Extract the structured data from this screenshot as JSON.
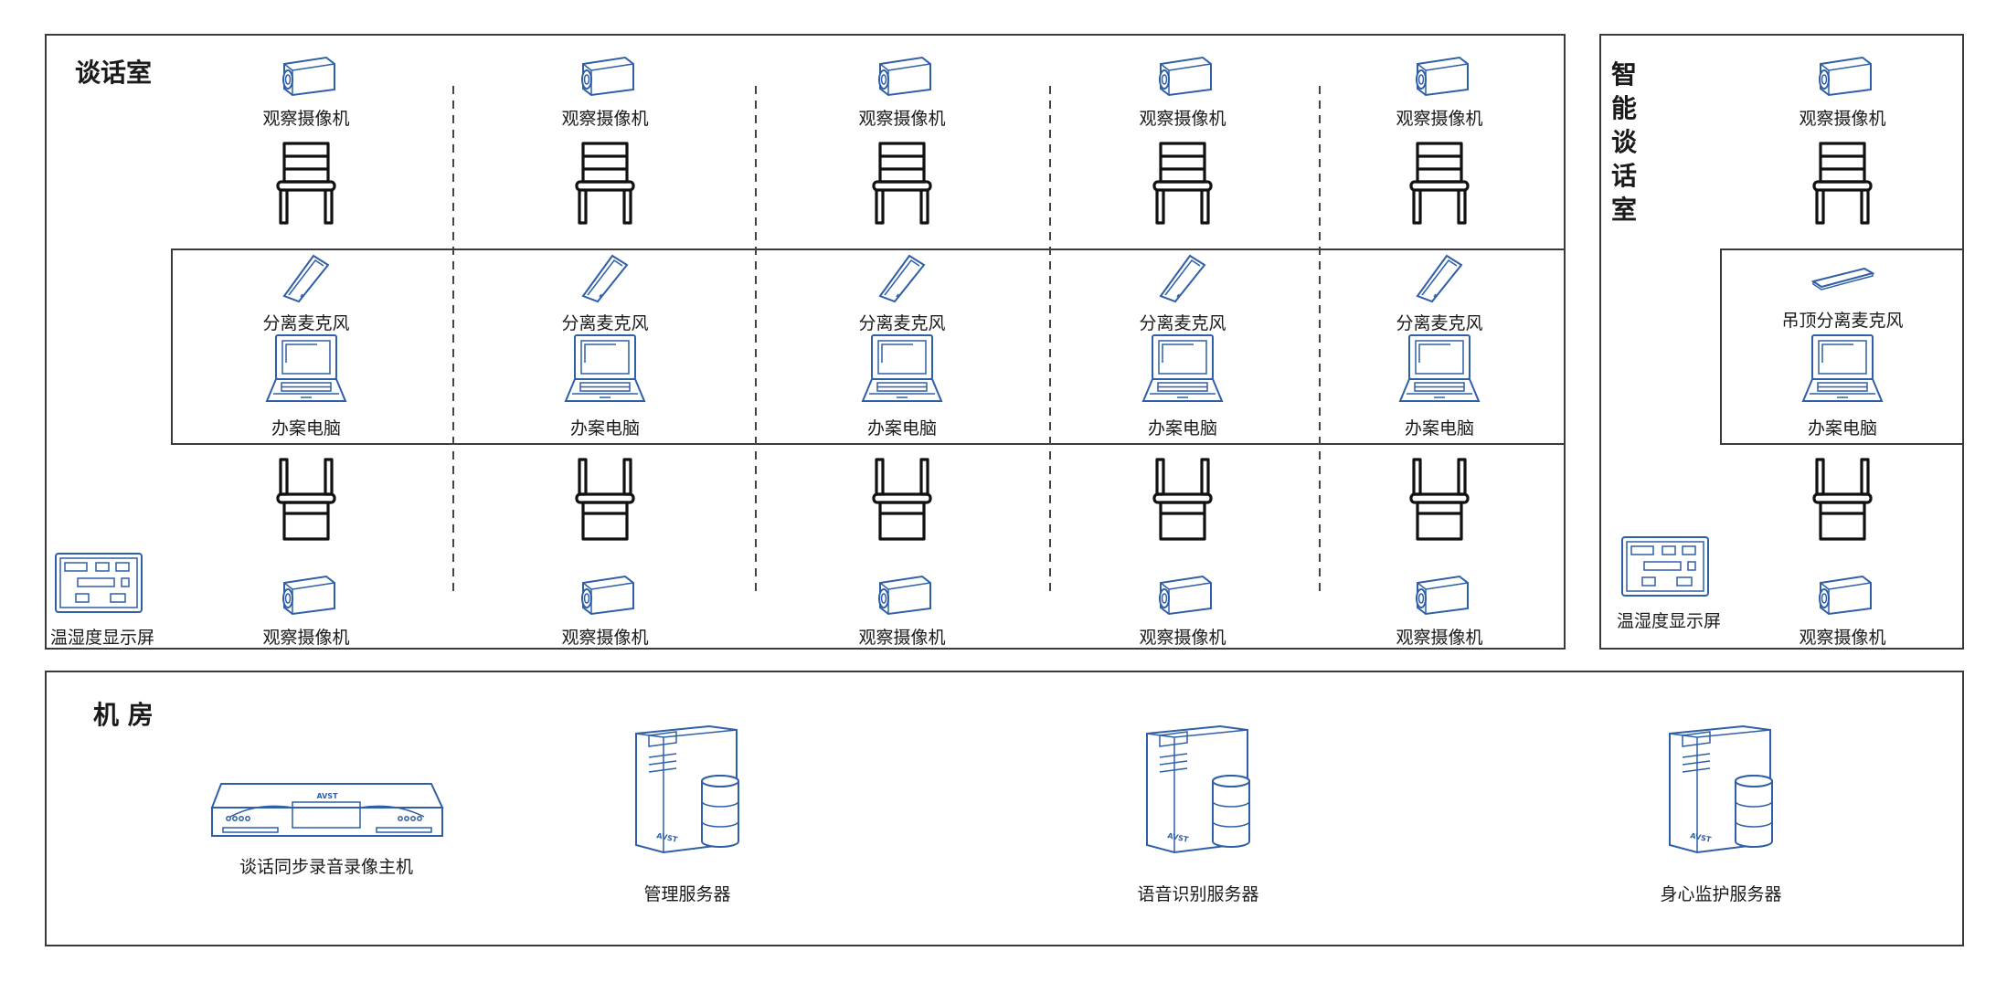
{
  "rooms": {
    "interview": {
      "title": "谈话室",
      "seats": [
        {
          "top_camera": "观察摄像机",
          "mic": "分离麦克风",
          "pc": "办案电脑",
          "bottom_camera": "观察摄像机"
        },
        {
          "top_camera": "观察摄像机",
          "mic": "分离麦克风",
          "pc": "办案电脑",
          "bottom_camera": "观察摄像机"
        },
        {
          "top_camera": "观察摄像机",
          "mic": "分离麦克风",
          "pc": "办案电脑",
          "bottom_camera": "观察摄像机"
        },
        {
          "top_camera": "观察摄像机",
          "mic": "分离麦克风",
          "pc": "办案电脑",
          "bottom_camera": "观察摄像机"
        },
        {
          "top_camera": "观察摄像机",
          "mic": "分离麦克风",
          "pc": "办案电脑",
          "bottom_camera": "观察摄像机"
        }
      ],
      "display": {
        "label": "温湿度显示屏"
      }
    },
    "smart": {
      "title_chars": [
        "智",
        "能",
        "谈",
        "话",
        "室"
      ],
      "top_camera": "观察摄像机",
      "mic": "吊顶分离麦克风",
      "pc": "办案电脑",
      "bottom_camera": "观察摄像机",
      "display": {
        "label": "温湿度显示屏"
      }
    },
    "machine": {
      "title": "机 房",
      "devices": [
        {
          "kind": "recorder",
          "label": "谈话同步录音录像主机",
          "brand": "AVST"
        },
        {
          "kind": "server",
          "label": "管理服务器",
          "brand": "AVST"
        },
        {
          "kind": "server",
          "label": "语音识别服务器",
          "brand": "AVST"
        },
        {
          "kind": "server",
          "label": "身心监护服务器",
          "brand": "AVST"
        }
      ]
    }
  },
  "colors": {
    "device_blue": "#2f5fa7",
    "frame": "#3a3a3a"
  }
}
